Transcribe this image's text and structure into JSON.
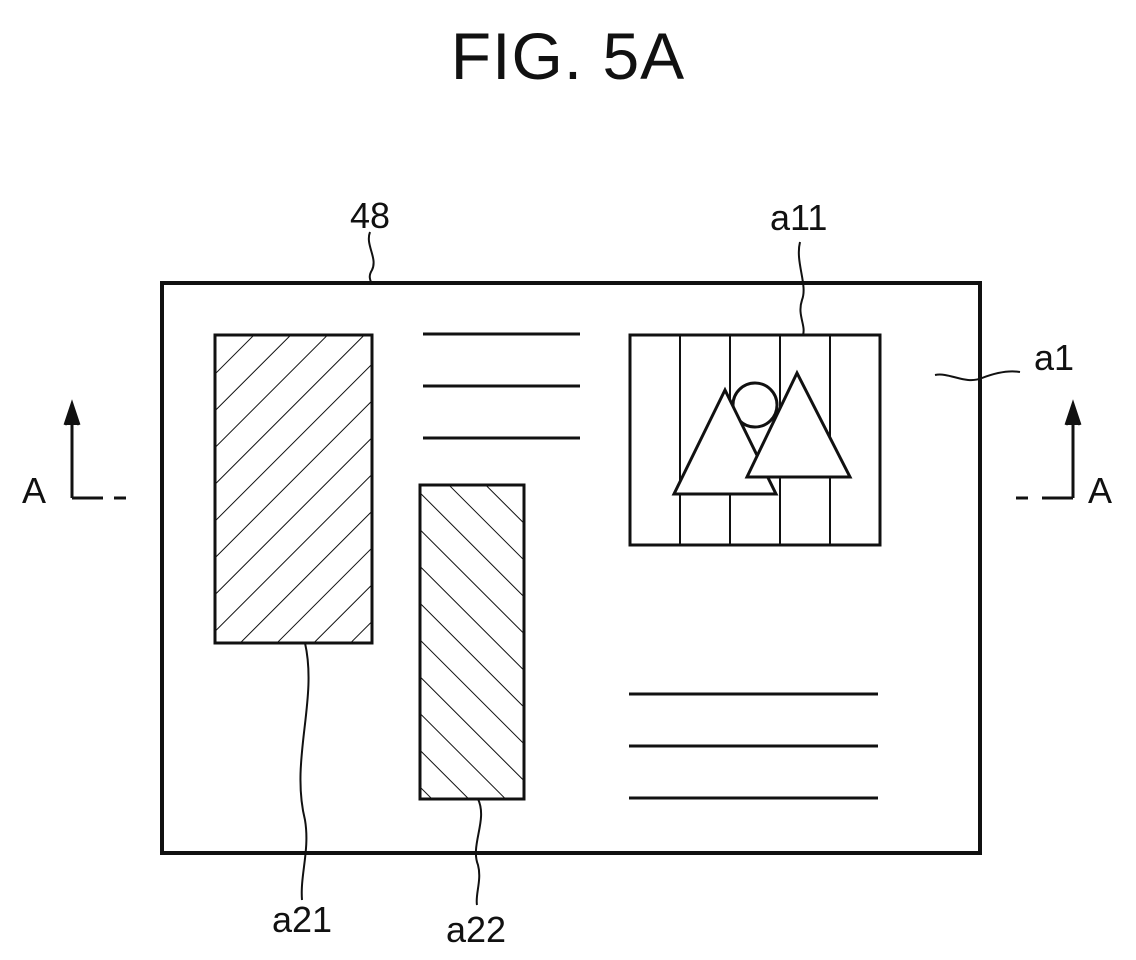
{
  "figure": {
    "title": "FIG. 5A"
  },
  "labels": {
    "sheet": "48",
    "region_all": "a1",
    "image_region": "a11",
    "hatched_region_left": "a21",
    "hatched_region_center": "a22",
    "section_left": "A",
    "section_right": "A"
  }
}
